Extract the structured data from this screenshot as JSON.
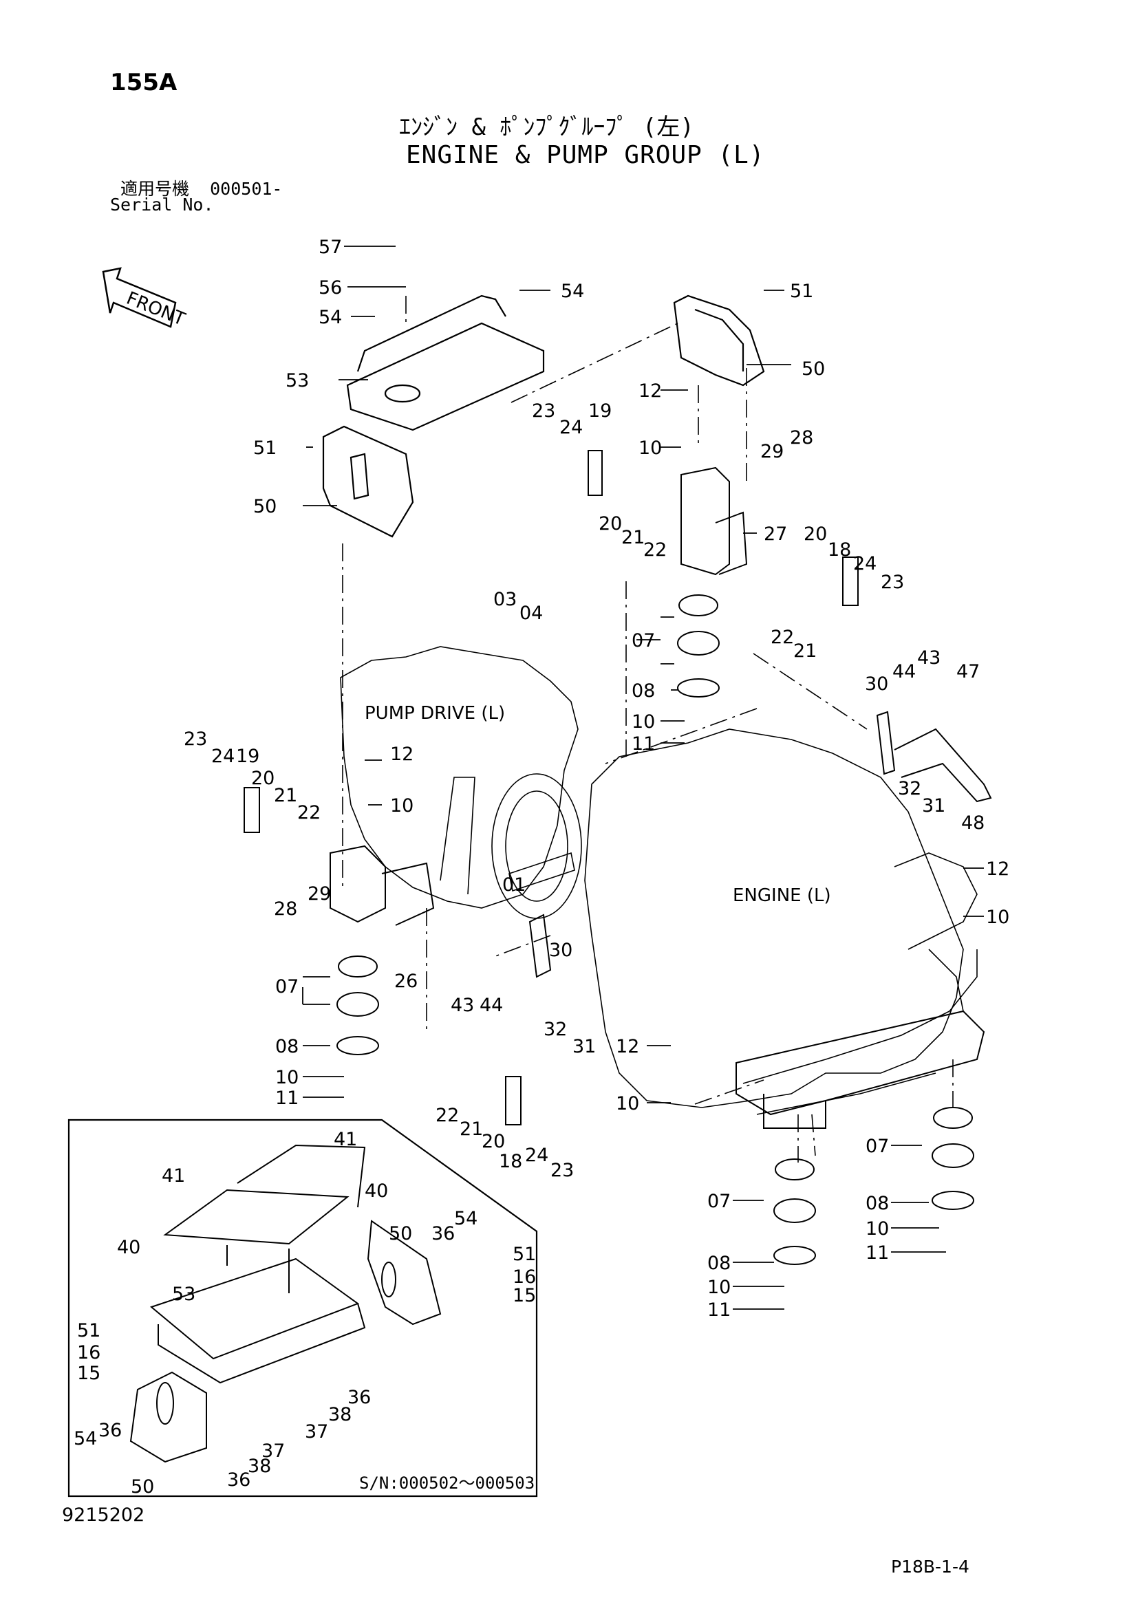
{
  "page_code": "155A",
  "title_jp": "ｴﾝｼﾞﾝ & ﾎﾟﾝﾌﾟｸﾞﾙｰﾌﾟ (左)",
  "title_en": "ENGINE & PUMP GROUP (L)",
  "serial_label_jp": "適用号機",
  "serial_value": "000501-",
  "serial_label_en": "Serial No.",
  "front_label": "FRONT",
  "zone_pump": "PUMP DRIVE (L)",
  "zone_engine": "ENGINE (L)",
  "inset_serial": "S/N:000502～000503",
  "doc_number": "9215202",
  "page_ref": "P18B-1-4",
  "callouts": [
    "57",
    "56",
    "54",
    "54",
    "51",
    "53",
    "50",
    "51",
    "50",
    "12",
    "23",
    "24",
    "19",
    "10",
    "29",
    "28",
    "20",
    "21",
    "22",
    "27",
    "20",
    "18",
    "24",
    "23",
    "22",
    "21",
    "03",
    "04",
    "07",
    "08",
    "10",
    "11",
    "30",
    "44",
    "43",
    "47",
    "32",
    "31",
    "48",
    "12",
    "10",
    "23",
    "24",
    "19",
    "20",
    "21",
    "22",
    "12",
    "10",
    "01",
    "29",
    "28",
    "26",
    "30",
    "43",
    "44",
    "32",
    "31",
    "07",
    "08",
    "10",
    "11",
    "22",
    "21",
    "20",
    "18",
    "24",
    "23",
    "12",
    "10",
    "07",
    "08",
    "10",
    "11",
    "07",
    "08",
    "10",
    "11",
    "41",
    "41",
    "40",
    "40",
    "50",
    "36",
    "54",
    "51",
    "16",
    "15",
    "53",
    "51",
    "16",
    "15",
    "37",
    "38",
    "36",
    "37",
    "38",
    "36",
    "54",
    "36",
    "50"
  ]
}
